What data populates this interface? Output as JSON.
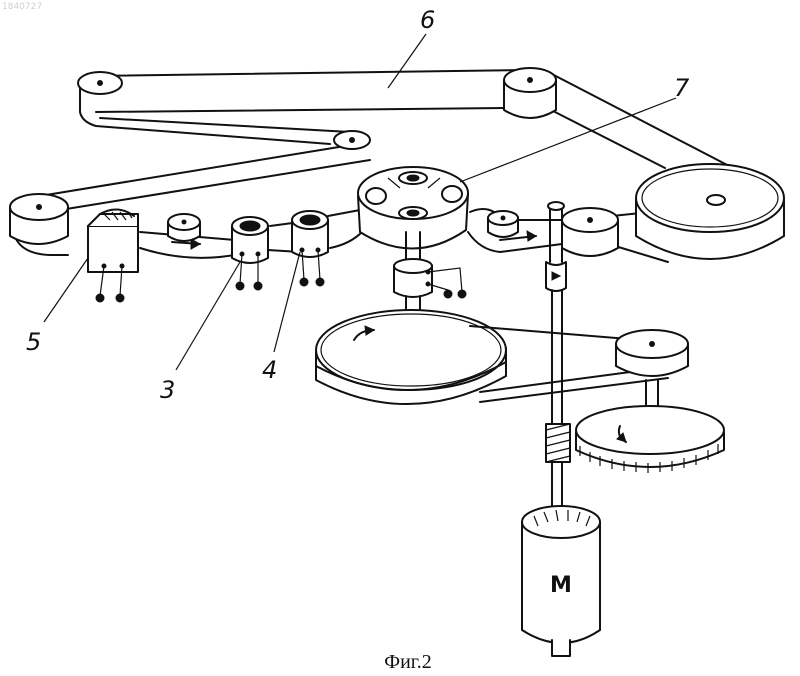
{
  "watermark": "1840727",
  "caption": "Фиг.2",
  "motor_label": "М",
  "labels": {
    "l3": "3",
    "l4": "4",
    "l5": "5",
    "l6": "6",
    "l7": "7"
  }
}
